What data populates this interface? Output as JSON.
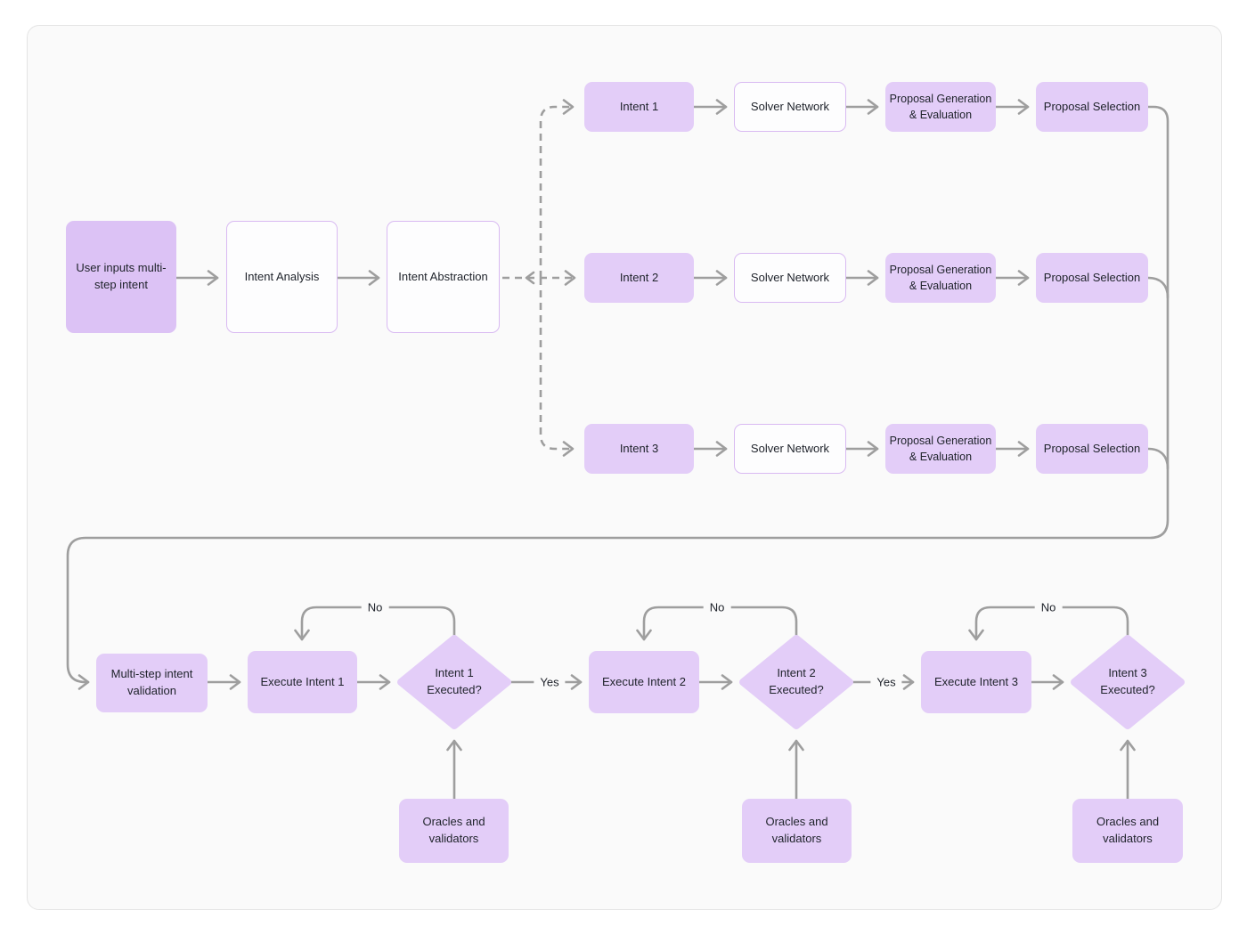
{
  "colors": {
    "page_bg": "#ffffff",
    "card_bg": "#fafafa",
    "card_border": "#e4e4e4",
    "node_fill": "#e3cdf8",
    "node_fill_dark": "#dcc2f5",
    "outline_node_bg": "#fdfdfe",
    "outline_node_border": "#d9baf2",
    "connector": "#9e9e9e",
    "text": "#20242c"
  },
  "nodes": {
    "start": "User inputs multi-step intent",
    "analysis": "Intent Analysis",
    "abstraction": "Intent Abstraction",
    "validation": "Multi-step intent validation"
  },
  "branches": [
    {
      "intent": "Intent 1",
      "solver": "Solver Network",
      "generation": "Proposal Generation & Evaluation",
      "selection": "Proposal Selection"
    },
    {
      "intent": "Intent 2",
      "solver": "Solver Network",
      "generation": "Proposal Generation & Evaluation",
      "selection": "Proposal Selection"
    },
    {
      "intent": "Intent 3",
      "solver": "Solver Network",
      "generation": "Proposal Generation & Evaluation",
      "selection": "Proposal Selection"
    }
  ],
  "executions": [
    {
      "execute": "Execute Intent 1",
      "decision": "Intent 1 Executed?",
      "oracle": "Oracles and validators",
      "no_label": "No",
      "yes_label": "Yes"
    },
    {
      "execute": "Execute Intent 2",
      "decision": "Intent 2 Executed?",
      "oracle": "Oracles and validators",
      "no_label": "No",
      "yes_label": "Yes"
    },
    {
      "execute": "Execute Intent 3",
      "decision": "Intent 3 Executed?",
      "oracle": "Oracles and validators",
      "no_label": "No"
    }
  ]
}
